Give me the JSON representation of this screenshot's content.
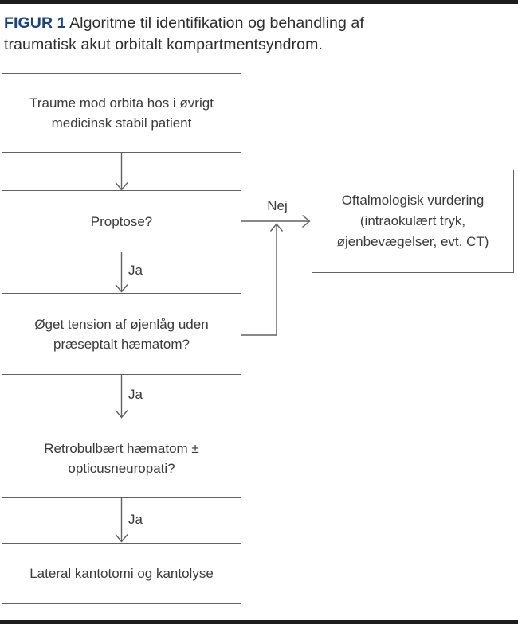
{
  "figure": {
    "label": "FIGUR 1",
    "title": "Algoritme til identifikation og behandling af traumatisk akut orbitalt kompartmentsyndrom."
  },
  "flowchart": {
    "nodes": [
      {
        "id": "trauma",
        "lines": [
          "Traume mod orbita hos i øvrigt",
          "medicinsk stabil patient"
        ]
      },
      {
        "id": "proptosis",
        "lines": [
          "Proptose?"
        ]
      },
      {
        "id": "ophthalmology",
        "lines": [
          "Oftalmologisk vurdering",
          "(intraokulært tryk,",
          "øjenbevægelser, evt. CT)"
        ]
      },
      {
        "id": "eyelid-tension",
        "lines": [
          "Øget tension af øjenlåg uden",
          "præseptalt hæmatom?"
        ]
      },
      {
        "id": "retrobulbar-hematoma",
        "lines": [
          "Retrobulbært hæmatom ±",
          "opticusneuropati?"
        ]
      },
      {
        "id": "canthotomy",
        "lines": [
          "Lateral kantotomi og kantolyse"
        ]
      }
    ],
    "edge_labels": {
      "yes": "Ja",
      "no": "Nej"
    }
  },
  "colors": {
    "figure_label": "#1a4286",
    "rule": "#1d1d1b",
    "connector": "#616163",
    "box_border": "#616163",
    "text": "#3a3a3a",
    "background": "#ffffff"
  }
}
